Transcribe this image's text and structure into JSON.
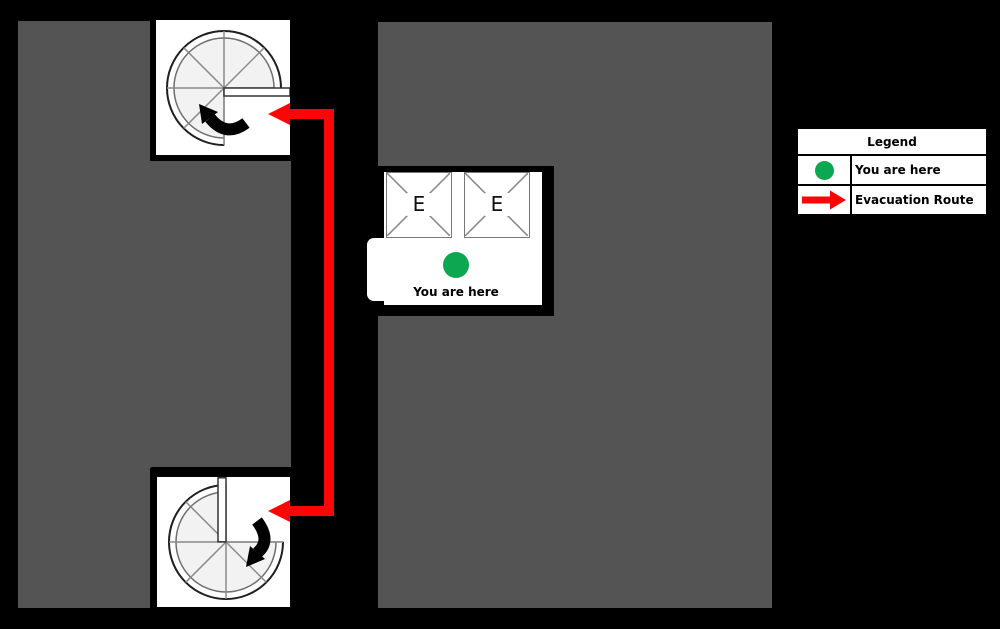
{
  "floor_plan": {
    "you_are_here_label": "You are here",
    "elevators": [
      "E",
      "E"
    ],
    "colors": {
      "background": "#000000",
      "building": "#545454",
      "floor": "#FFFFFF",
      "you_are_here_dot": "#0CA750",
      "evacuation_route": "#FB0505",
      "stair_fill": "#F2F2F2",
      "stair_lines": "#8A8A8A",
      "direction_arrow": "#000000"
    }
  },
  "legend": {
    "title": "Legend",
    "items": [
      {
        "symbol": "you-are-here-dot",
        "label": "You are here"
      },
      {
        "symbol": "evacuation-route-arrow",
        "label": "Evacuation Route"
      }
    ]
  }
}
